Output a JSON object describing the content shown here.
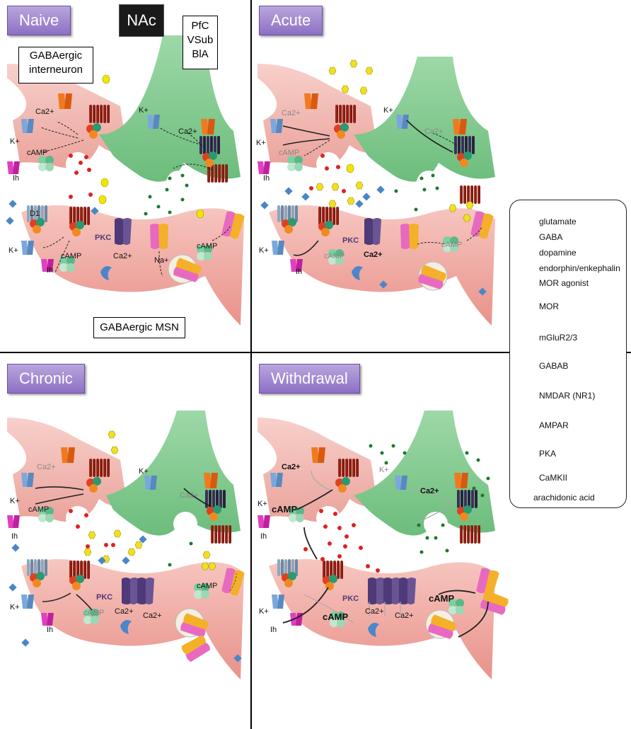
{
  "panels": {
    "naive": "Naive",
    "acute": "Acute",
    "chronic": "Chronic",
    "withdrawal": "Withdrawal"
  },
  "region_label": "NAc",
  "afferent_label": [
    "PfC",
    "VSub",
    "BlA"
  ],
  "interneuron_label": [
    "GABAergic",
    "interneuron"
  ],
  "msn_label": "GABAergic MSN",
  "legend": {
    "glutamate": "glutamate",
    "gaba": "GABA",
    "dopamine": "dopamine",
    "endorphin": "endorphin/enkephalin",
    "mor_agonist": "MOR agonist",
    "mor": "MOR",
    "mglur": "mGluR2/3",
    "gabab": "GABAB",
    "nmdar": "NMDAR (NR1)",
    "ampar": "AMPAR",
    "pka": "PKA",
    "camkii": "CaMKII",
    "aa": "arachidonic acid"
  },
  "labels": {
    "ca": "Ca2+",
    "k": "K+",
    "camp": "cAMP",
    "ih": "Ih",
    "pkc": "PKC",
    "na": "Na+",
    "d1": "D1"
  },
  "colors": {
    "glutamate": "#1a7a2e",
    "gaba": "#e02020",
    "dopamine": "#4a86c8",
    "endorphin": "#f2e600",
    "mor": "#8b1a12",
    "mglur": "#2a2240",
    "nmdar": "#4e3a78",
    "pink_cell": "#f0a8a0",
    "green_cell": "#7cc88a",
    "purple_title": "#9a80cc"
  }
}
